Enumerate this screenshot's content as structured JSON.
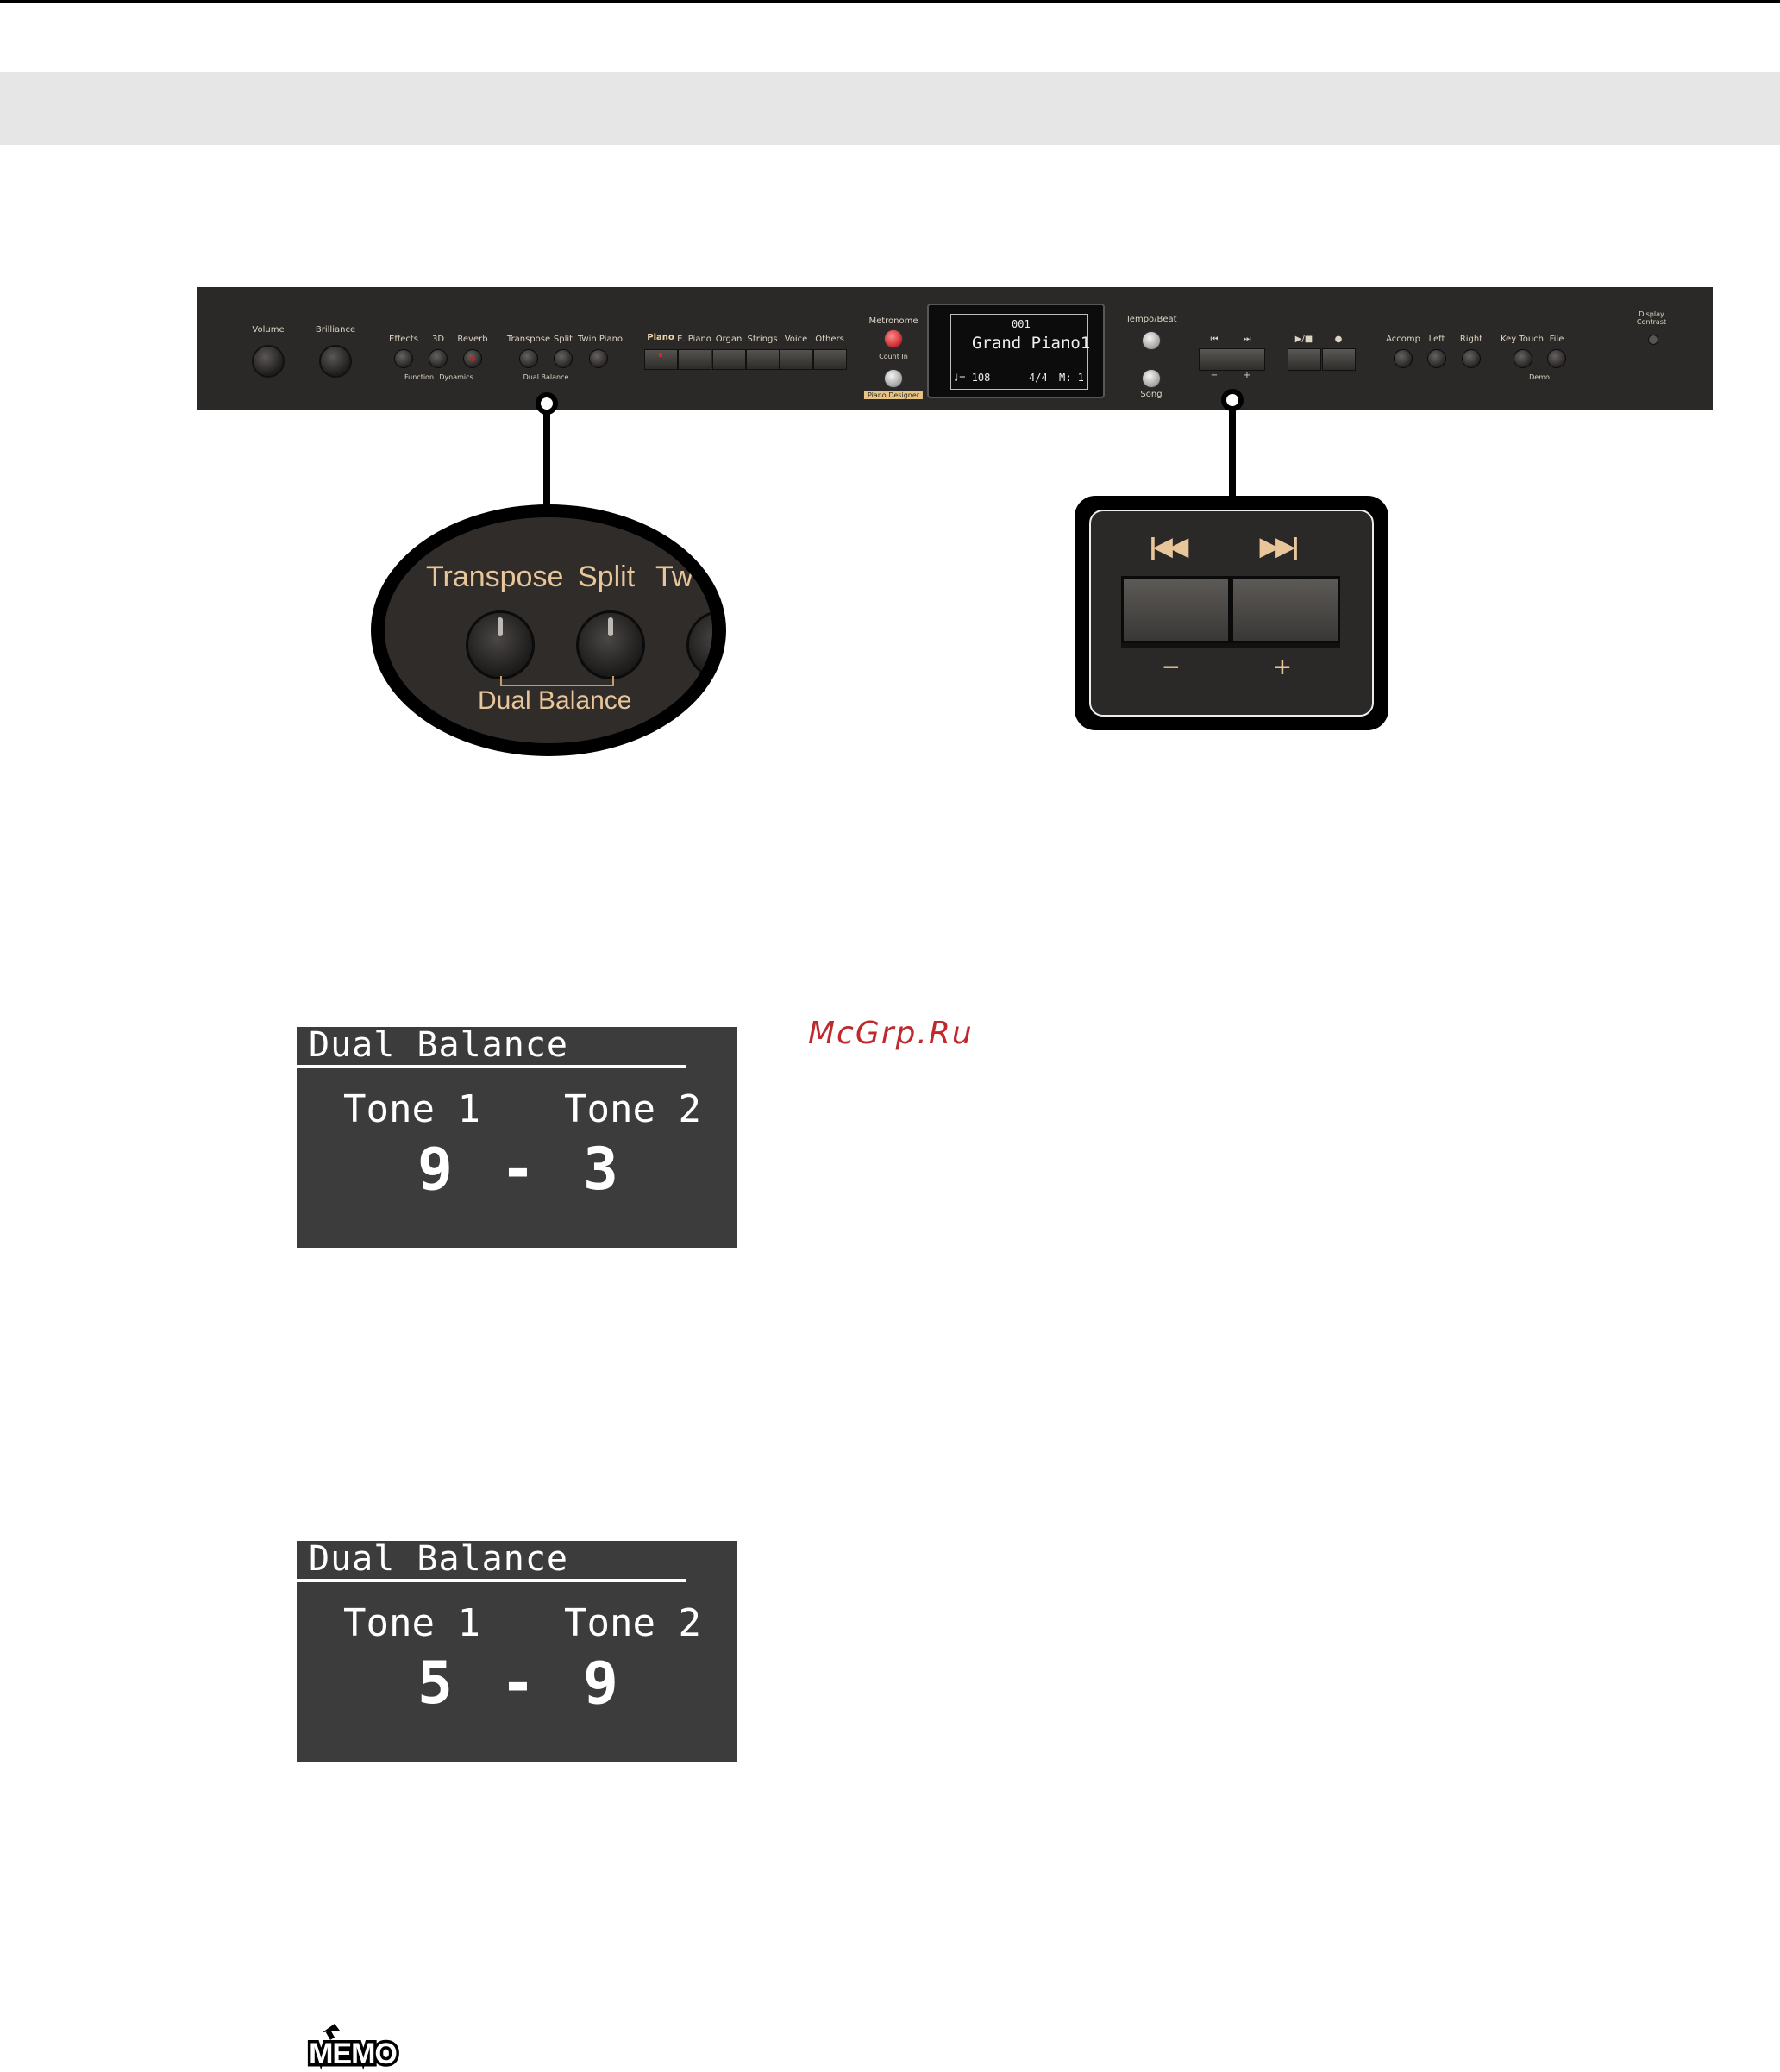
{
  "panel": {
    "volume": "Volume",
    "brilliance": "Brilliance",
    "effects": "Effects",
    "three_d": "3D",
    "reverb": "Reverb",
    "function": "Function",
    "dynamics": "Dynamics",
    "transpose": "Transpose",
    "split": "Split",
    "twin_piano": "Twin Piano",
    "dual_balance": "Dual Balance",
    "tones": [
      "Piano",
      "E. Piano",
      "Organ",
      "Strings",
      "Voice",
      "Others"
    ],
    "metronome": "Metronome",
    "count_in": "Count In",
    "piano_designer": "Piano Designer",
    "lcd_number": "001",
    "lcd_tone": "Grand Piano1",
    "lcd_tempo": "♩= 108",
    "lcd_beat": "4/4",
    "lcd_measure": "M:  1",
    "tempo_beat": "Tempo/Beat",
    "song": "Song",
    "rew_symbol": "⏮",
    "ff_symbol": "⏭",
    "minus": "−",
    "plus": "+",
    "play_stop": "▶/■",
    "rec": "●",
    "accomp": "Accomp",
    "left": "Left",
    "right": "Right",
    "key_touch": "Key Touch",
    "file": "File",
    "demo": "Demo",
    "display_contrast": "Display Contrast"
  },
  "zoom_left": {
    "transpose": "Transpose",
    "split": "Split",
    "twin_partial": "Tw",
    "dual_balance": "Dual Balance"
  },
  "zoom_right": {
    "rew": "|◀◀",
    "ff": "▶▶|",
    "minus": "−",
    "plus": "+"
  },
  "screen1": {
    "title": "Dual Balance",
    "tone1": "Tone 1",
    "tone2": "Tone 2",
    "value1": "9",
    "dash": "-",
    "value2": "3"
  },
  "screen2": {
    "title": "Dual Balance",
    "tone1": "Tone 1",
    "tone2": "Tone 2",
    "value1": "5",
    "dash": "-",
    "value2": "9"
  },
  "watermark": "McGrp.Ru",
  "memo": "MEMO"
}
